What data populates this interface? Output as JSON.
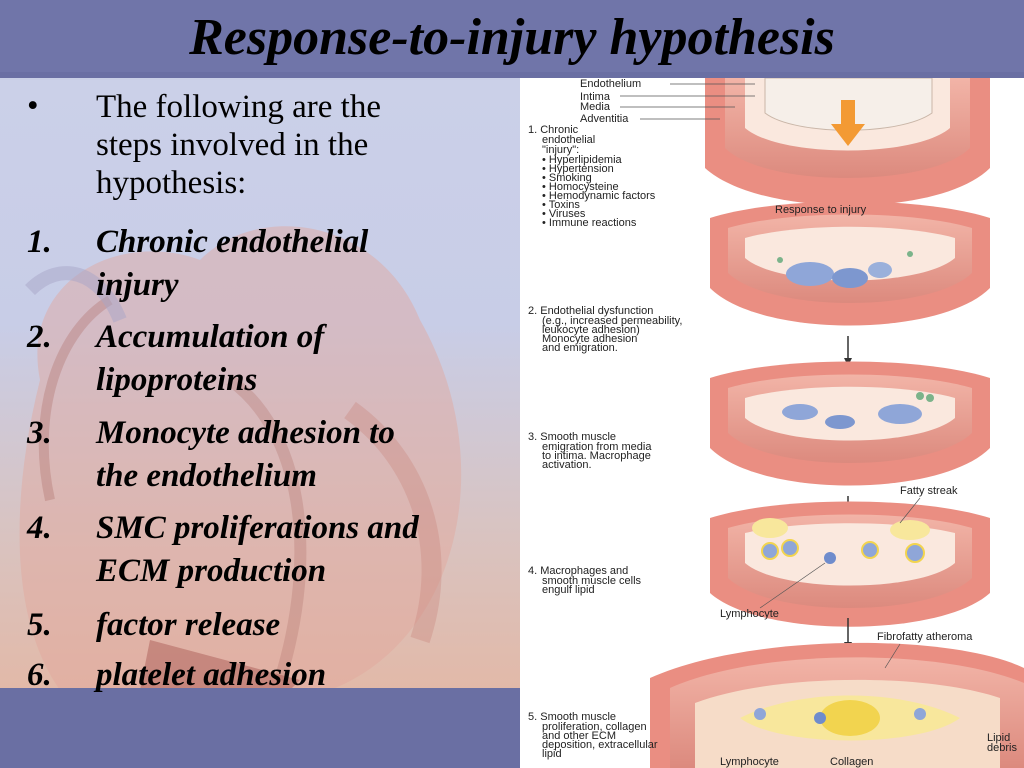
{
  "slide": {
    "title": "Response-to-injury hypothesis",
    "bullet_symbol": "•",
    "intro_text": [
      "The following are the",
      "steps involved in the",
      "hypothesis:"
    ],
    "steps": [
      {
        "number": "1.",
        "lines": [
          "Chronic endothelial",
          "injury"
        ]
      },
      {
        "number": "2.",
        "lines": [
          "Accumulation of",
          "lipoproteins"
        ]
      },
      {
        "number": "3.",
        "lines": [
          "Monocyte adhesion to",
          "the endothelium"
        ]
      },
      {
        "number": "4.",
        "lines": [
          "SMC proliferations and",
          "ECM production"
        ]
      },
      {
        "number": "5.",
        "lines": [
          "factor release"
        ]
      },
      {
        "number": "6.",
        "lines": [
          "platelet adhesion"
        ]
      }
    ]
  },
  "figure": {
    "layer_labels": [
      "Endothelium",
      "Intima",
      "Media",
      "Adventitia"
    ],
    "stage1": [
      "1. Chronic",
      "endothelial",
      "\"injury\":",
      "• Hyperlipidemia",
      "• Hypertension",
      "• Smoking",
      "• Homocysteine",
      "• Hemodynamic factors",
      "• Toxins",
      "• Viruses",
      "• Immune reactions"
    ],
    "response_label": "Response to injury",
    "stage2": [
      "2. Endothelial dysfunction",
      "(e.g., increased permeability,",
      "leukocyte adhesion)",
      "Monocyte adhesion",
      "and emigration."
    ],
    "stage3": [
      "3. Smooth muscle",
      "emigration from media",
      "to intima. Macrophage",
      "activation."
    ],
    "fatty_streak_label": "Fatty streak",
    "stage4": [
      "4. Macrophages and",
      "smooth muscle cells",
      "engulf lipid"
    ],
    "lymphocyte_label": "Lymphocyte",
    "fibrofatty_label": "Fibrofatty atheroma",
    "stage5": [
      "5. Smooth muscle",
      "proliferation, collagen",
      "and other ECM",
      "deposition, extracellular",
      "lipid"
    ],
    "lipid_debris_label": [
      "Lipid",
      "debris"
    ],
    "bottom_labels": [
      "Lymphocyte",
      "Collagen"
    ]
  }
}
